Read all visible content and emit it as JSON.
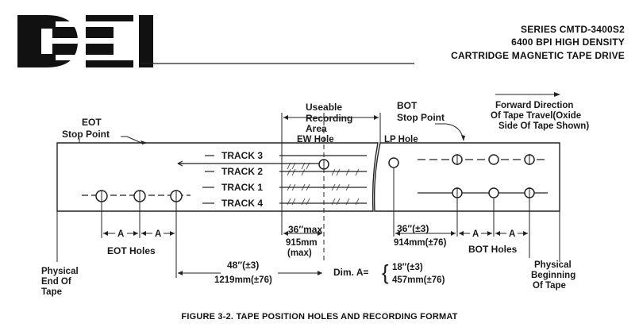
{
  "header": {
    "logo_text": "DEI",
    "series": "SERIES CMTD-3400S2",
    "density": "6400 BPI HIGH DENSITY",
    "product": "CARTRIDGE MAGNETIC TAPE DRIVE"
  },
  "labels": {
    "eot_stop_1": "EOT",
    "eot_stop_2": "Stop Point",
    "useable_1": "Useable",
    "useable_2": "Recording",
    "useable_3": "Area",
    "ew_hole": "EW Hole",
    "bot_stop_1": "BOT",
    "bot_stop_2": "Stop Point",
    "forward_1": "Forward Direction",
    "forward_2": "Of Tape Travel(Oxide",
    "forward_3": "Side Of Tape Shown)",
    "lp_hole": "LP Hole",
    "track_3": "TRACK 3",
    "track_2": "TRACK 2",
    "track_1": "TRACK 1",
    "track_4": "TRACK 4",
    "dim_a": "A",
    "eot_holes": "EOT Holes",
    "bot_holes": "BOT Holes",
    "ew_max_in": "36″max",
    "ew_max_mm": "915mm",
    "ew_max_paren": "(max)",
    "lp_in": "36″(±3)",
    "lp_mm": "914mm(±76)",
    "eot_len_in": "48″(±3)",
    "eot_len_mm": "1219mm(±76)",
    "dim_a_label": "Dim. A=",
    "dim_a_in": "18″(±3)",
    "dim_a_mm": "457mm(±76)",
    "phys_end_1": "Physical",
    "phys_end_2": "End Of",
    "phys_end_3": "Tape",
    "phys_beg_1": "Physical",
    "phys_beg_2": "Beginning",
    "phys_beg_3": "Of Tape"
  },
  "caption": "FIGURE 3-2. TAPE POSITION HOLES AND RECORDING FORMAT"
}
